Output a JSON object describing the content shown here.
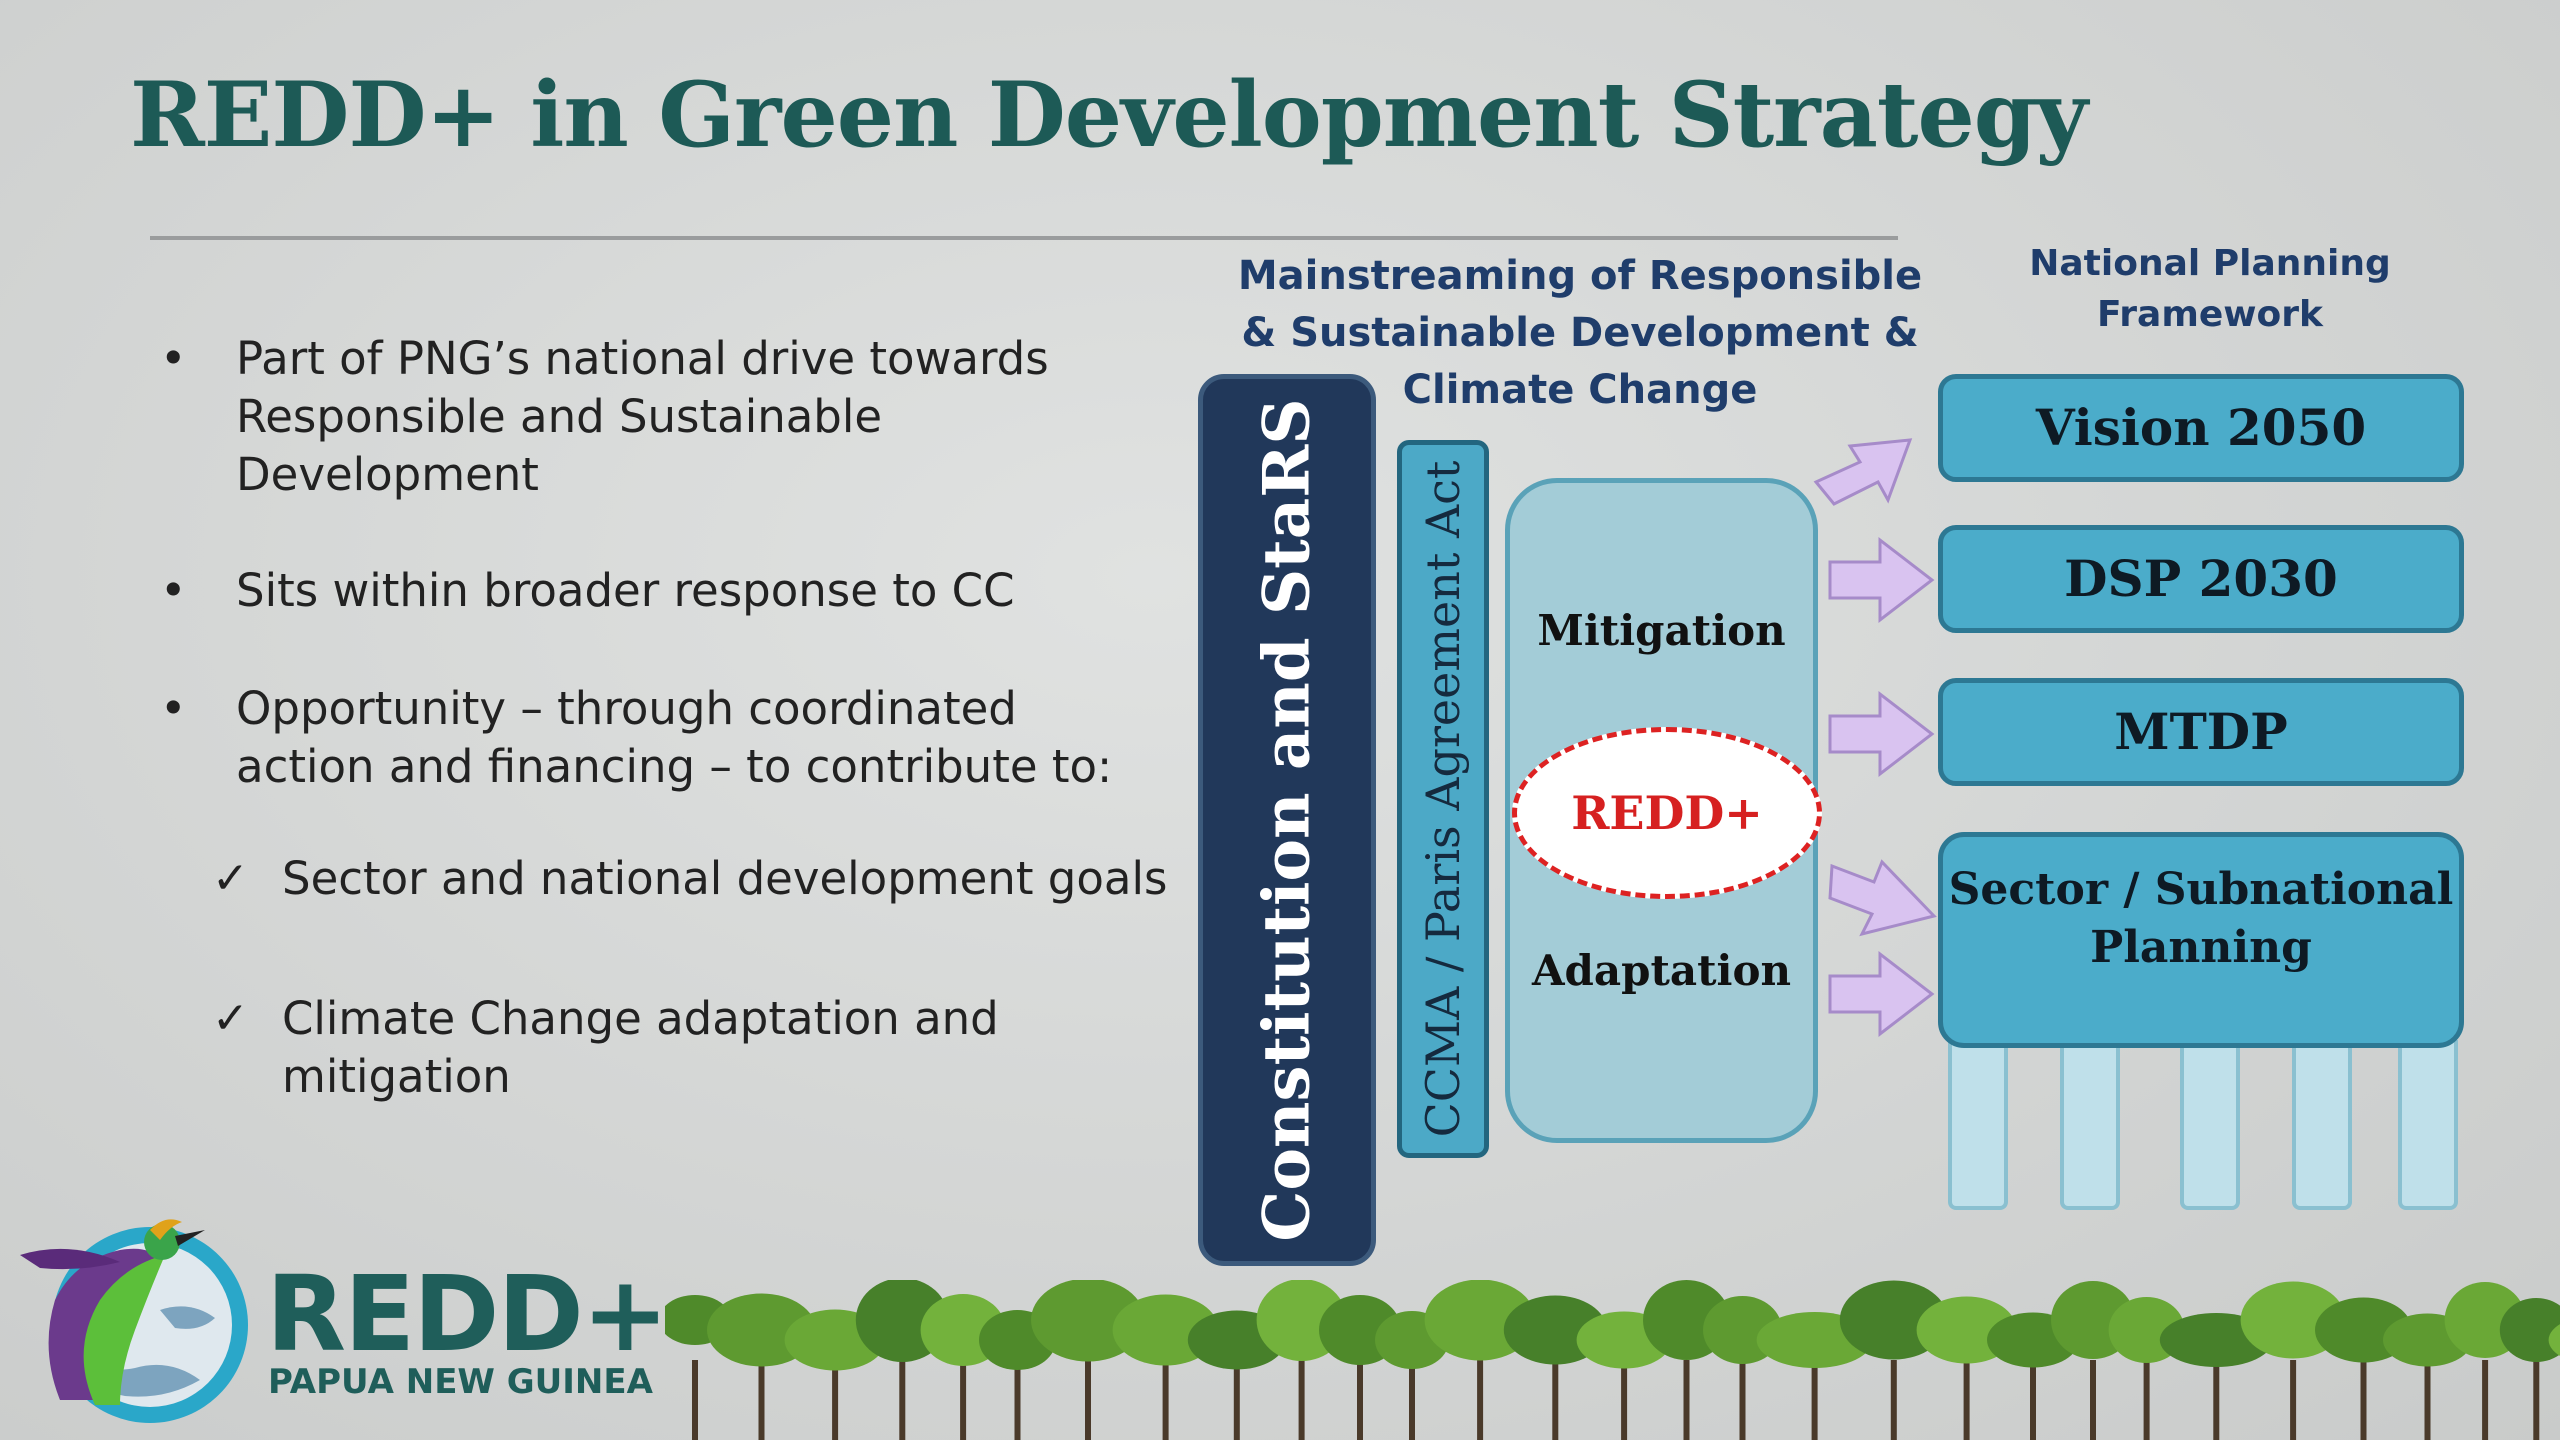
{
  "title": "REDD+ in Green Development Strategy",
  "bullets": [
    {
      "text": "Part of PNG’s national drive towards Responsible and Sustainable Development"
    },
    {
      "text": "Sits within broader response to CC"
    },
    {
      "text": "Opportunity – through coordinated action and financing – to contribute to:"
    }
  ],
  "checks": [
    {
      "text": "Sector and national development goals"
    },
    {
      "text": "Climate Change adaptation and mitigation"
    }
  ],
  "symbols": {
    "bullet": "•",
    "check": "✓"
  },
  "diagram": {
    "header_mainstreaming": "Mainstreaming of Responsible & Sustainable Development & Climate Change",
    "header_planning": "National Planning Framework",
    "pillar": "Constitution and StaRS",
    "ccma": "CCMA / Paris Agreement Act",
    "mitigation": "Mitigation",
    "redd": "REDD+",
    "adaptation": "Adaptation",
    "plans": [
      "Vision 2050",
      "DSP 2030",
      "MTDP",
      "Sector / Subnational Planning"
    ]
  },
  "logo": {
    "word": "REDD+",
    "subtitle": "PAPUA NEW GUINEA"
  },
  "colors": {
    "title": "#1d5a56",
    "pillar": "#21385a",
    "plan_box": "#4bacca",
    "arrow": "#d9c3f0",
    "redd_dash": "#dd2222"
  }
}
